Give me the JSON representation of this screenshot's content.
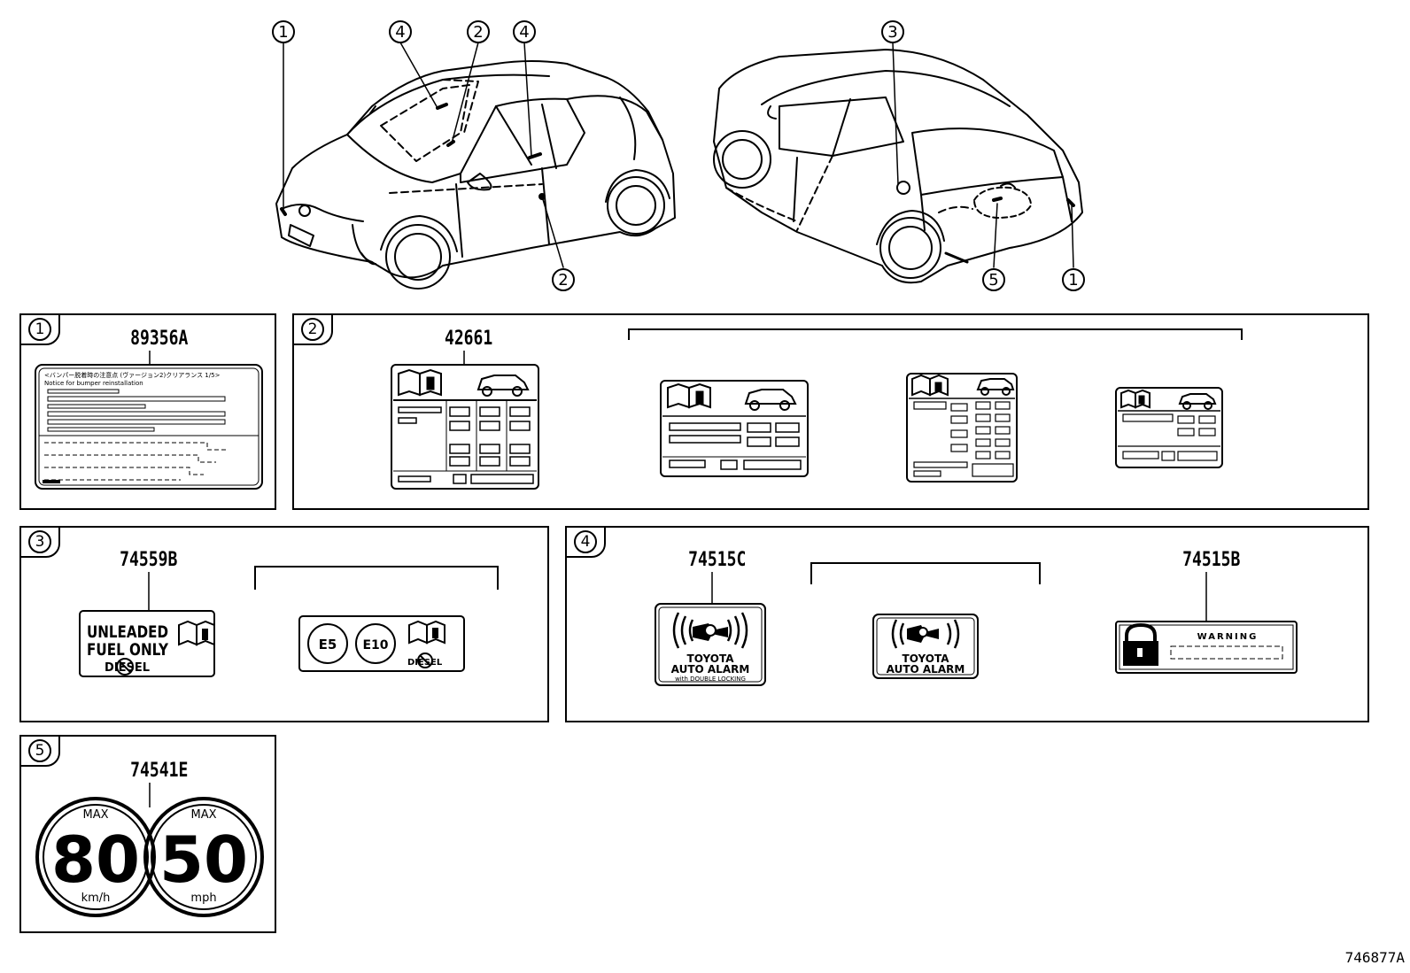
{
  "figure_id": "746877A",
  "callouts": {
    "c1a": "1",
    "c4a": "4",
    "c2a": "2",
    "c4b": "4",
    "c2b": "2",
    "c3": "3",
    "c5": "5",
    "c1b": "1"
  },
  "panels": [
    {
      "num": "1",
      "parts": [
        "89356A"
      ]
    },
    {
      "num": "2",
      "parts": [
        "42661"
      ]
    },
    {
      "num": "3",
      "parts": [
        "74559B"
      ]
    },
    {
      "num": "4",
      "parts": [
        "74515C",
        "74515B"
      ]
    },
    {
      "num": "5",
      "parts": [
        "74541E"
      ]
    }
  ],
  "labels": {
    "bumper_jp": "<バンパー脱着時の注意点 (ヴァージョン2)クリアランス 1/5>",
    "bumper_en": "Notice for bumper reinstallation",
    "unleaded_line1": "UNLEADED",
    "unleaded_line2": "FUEL ONLY",
    "diesel": "DIESEL",
    "e5": "E5",
    "e10": "E10",
    "toyota": "TOYOTA",
    "auto_alarm": "AUTO ALARM",
    "double_locking": "with DOUBLE LOCKING",
    "warning": "WARNING",
    "max": "MAX",
    "speed_kmh": "80",
    "speed_mph": "50",
    "unit_kmh": "km/h",
    "unit_mph": "mph"
  }
}
